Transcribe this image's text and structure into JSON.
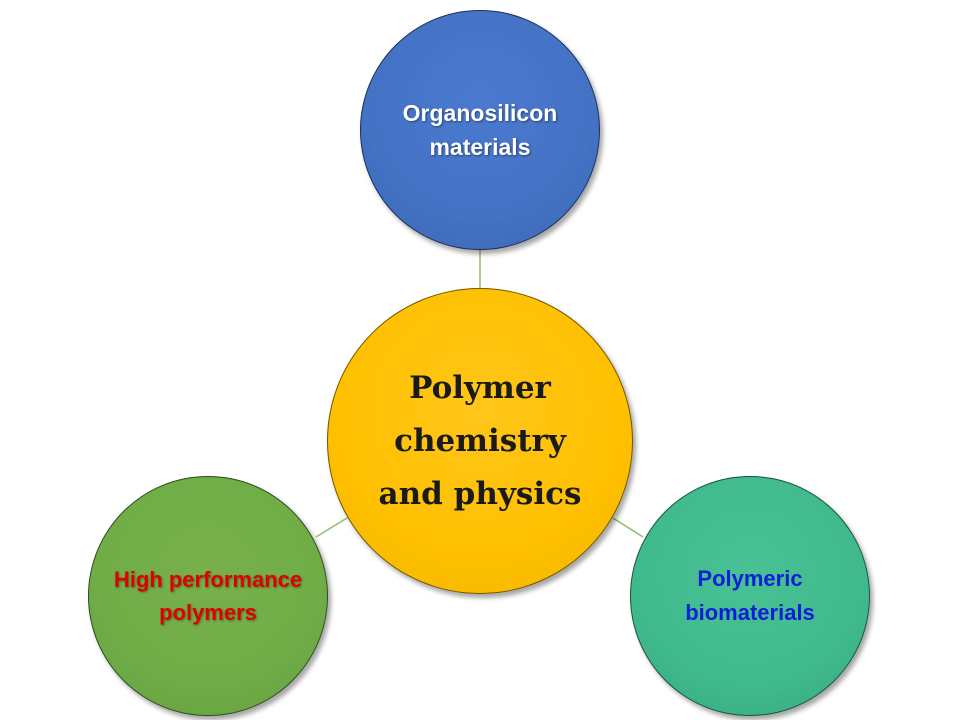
{
  "diagram": {
    "center": {
      "text": "Polymer chemistry and physics",
      "color": "#ffc000",
      "text_color": "#1a1a1a"
    },
    "top": {
      "text": "Organosilicon materials",
      "color": "#4472c4",
      "text_color": "#ffffff"
    },
    "left": {
      "text": "High performance polymers",
      "color": "#70ad47",
      "text_color": "#e00000"
    },
    "right": {
      "text": "Polymeric biomaterials",
      "color": "#40ba8c",
      "text_color": "#0a1ed8"
    },
    "connector_color": "#8fbf6a"
  }
}
